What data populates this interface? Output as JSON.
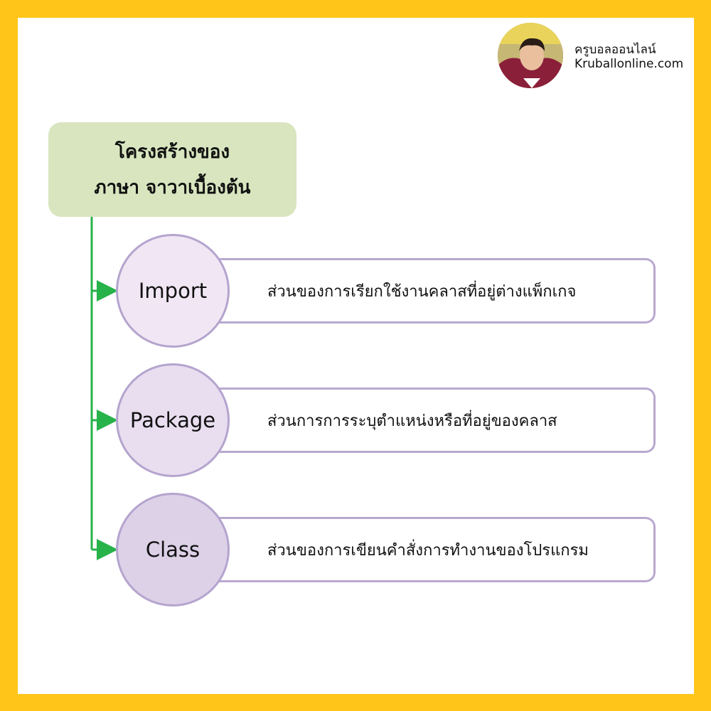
{
  "brand": {
    "name": "ครูบอลออนไลน์",
    "site": "Kruballonline.com"
  },
  "title": {
    "line1": "โครงสร้างของ",
    "line2": "ภาษา จาวาเบื้องต้น"
  },
  "items": [
    {
      "label": "Import",
      "description": "ส่วนของการเรียกใช้งานคลาสที่อยู่ต่างแพ็กเกจ",
      "circle_color": "#F1E7F4"
    },
    {
      "label": "Package",
      "description": "ส่วนการการระบุตำแหน่งหรือที่อยู่ของคลาส",
      "circle_color": "#E8DEEF"
    },
    {
      "label": "Class",
      "description": "ส่วนของการเขียนคำสั่งการทำงานของโปรแกรม",
      "circle_color": "#DDD1E8"
    }
  ],
  "colors": {
    "frame": "#FFC619",
    "title_box": "#D8E5BF",
    "connector": "#27B24A",
    "circle_border": "#B4A4CE"
  }
}
